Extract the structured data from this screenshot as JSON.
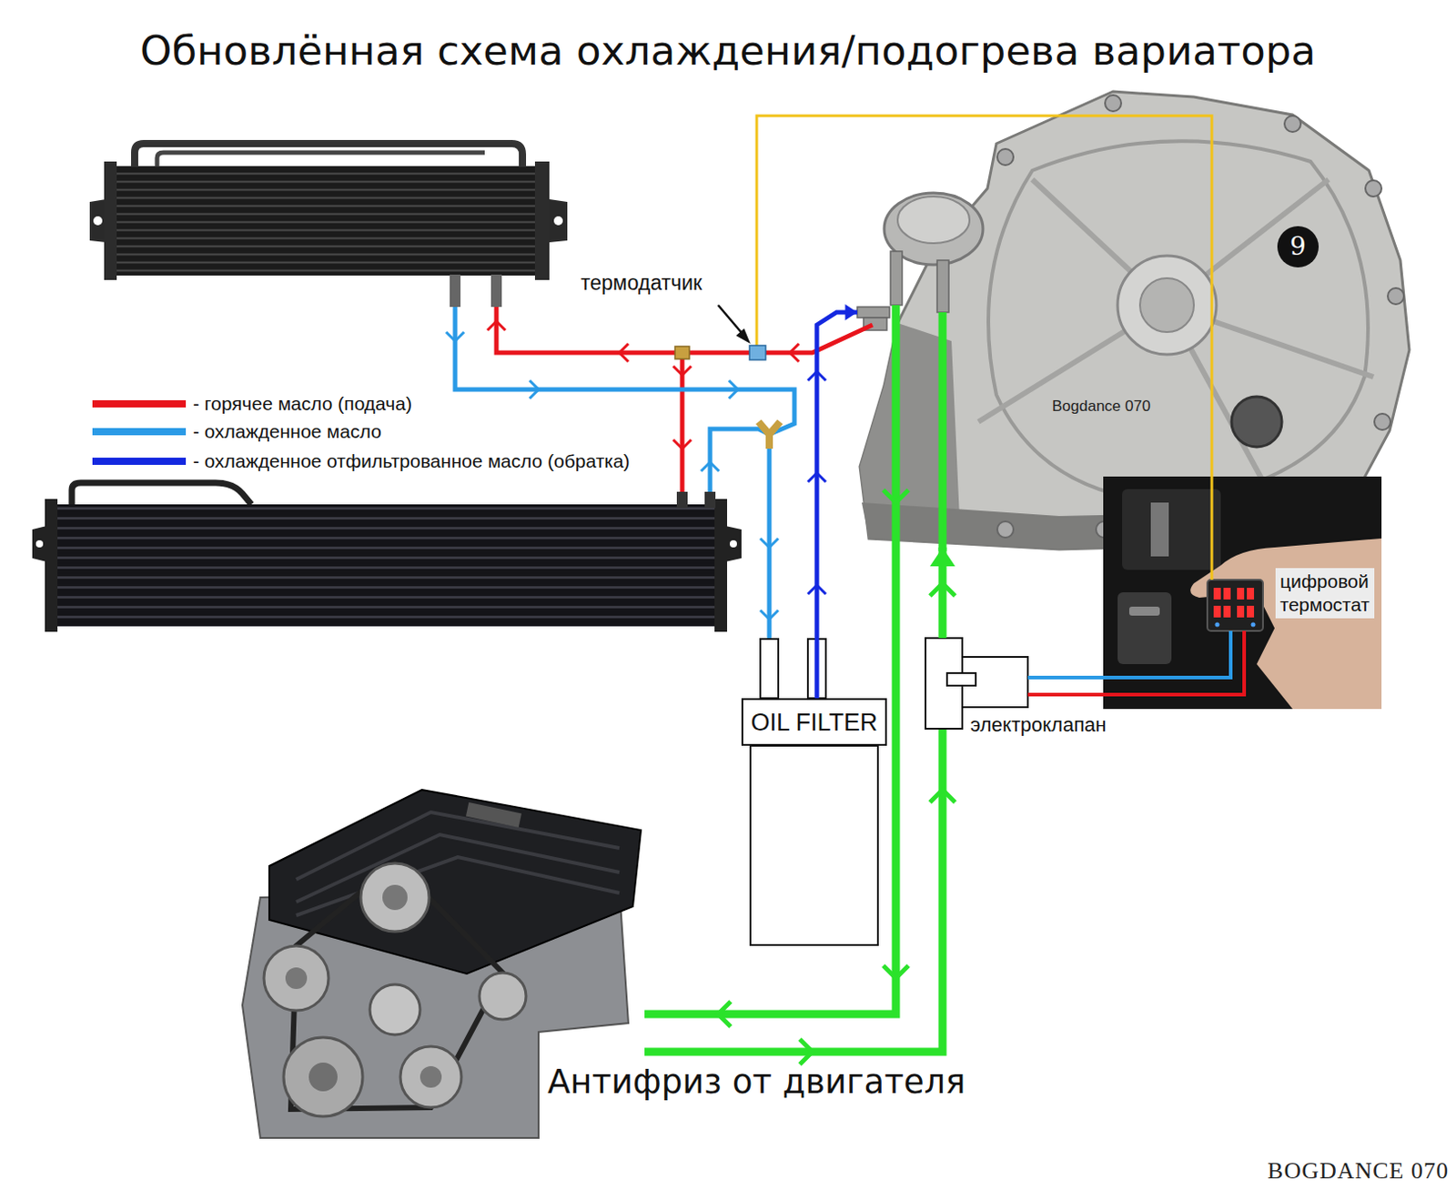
{
  "diagram": {
    "title": "Обновлённая схема охлаждения/подогрева вариатора",
    "nodes": [
      {
        "text": [
          "Bogdance 070"
        ]
      },
      {
        "text": [
          "цифровой термостат"
        ]
      },
      {
        "text": [
          "OIL FILTER"
        ]
      },
      {
        "text": [
          "электроклапан"
        ]
      }
    ],
    "edges": [
      {
        "from": 2,
        "to": 0,
        "arrow": "to"
      },
      {
        "from": 3,
        "to": 0,
        "arrow": "to"
      },
      {
        "from": 1,
        "to": 3,
        "arrow": "none"
      }
    ],
    "labels": [
      "термодатчик",
      "9",
      "Антифриз от двигателя",
      "BOGDANCE 070"
    ],
    "legend": [
      {
        "text": "- горячее масло (подача)",
        "color": "#e8141c"
      },
      {
        "text": "- охлажденное масло",
        "color": "#2a9ae6"
      },
      {
        "text": "- охлажденное отфильтрованное масло (обратка)",
        "color": "#1428e0"
      }
    ]
  }
}
